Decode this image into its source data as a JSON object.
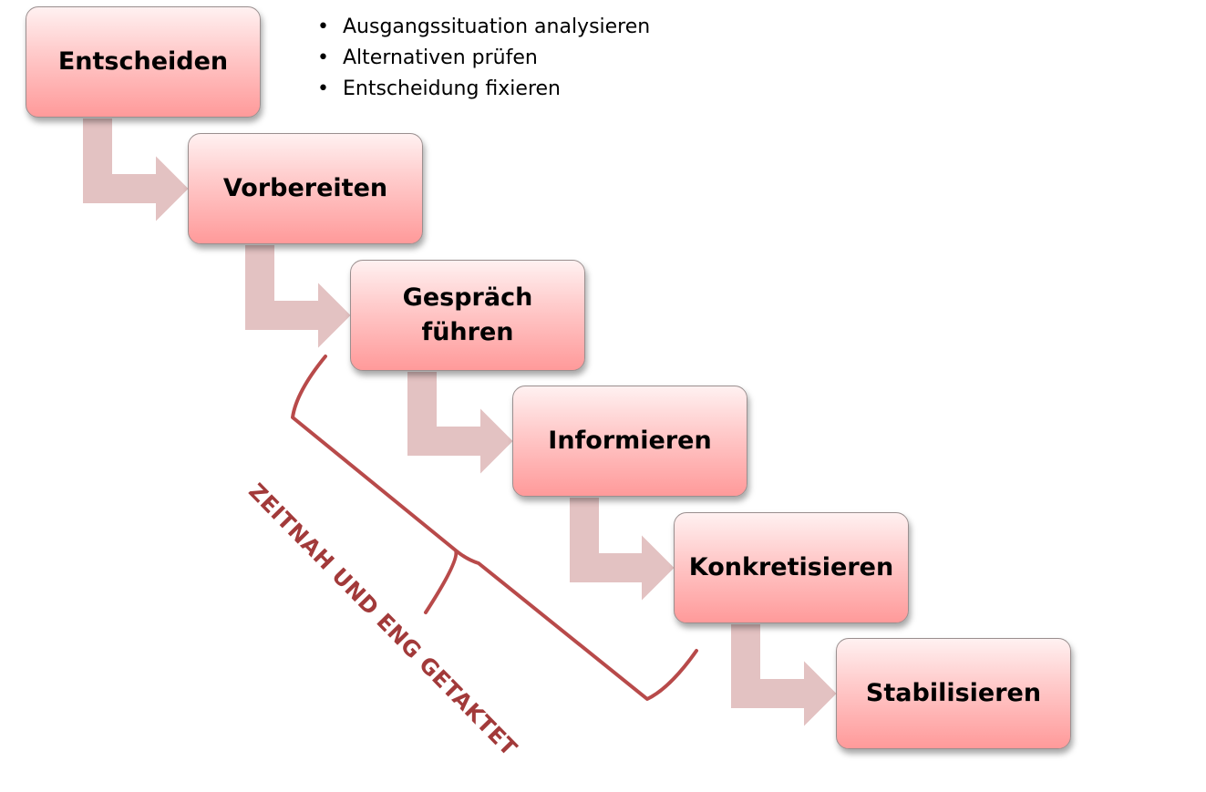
{
  "steps": [
    {
      "id": "entscheiden",
      "lines": [
        "Entscheiden"
      ]
    },
    {
      "id": "vorbereiten",
      "lines": [
        "Vorbereiten"
      ]
    },
    {
      "id": "gespraech-fuehren",
      "lines": [
        "Gespräch",
        "führen"
      ]
    },
    {
      "id": "informieren",
      "lines": [
        "Informieren"
      ]
    },
    {
      "id": "konkretisieren",
      "lines": [
        "Konkretisieren"
      ]
    },
    {
      "id": "stabilisieren",
      "lines": [
        "Stabilisieren"
      ]
    }
  ],
  "bullets": [
    "Ausgangssituation analysieren",
    "Alternativen prüfen",
    "Entscheidung fixieren"
  ],
  "brace_label": "ZEITNAH UND ENG GETAKTET",
  "colors": {
    "box_top": "#fff1f1",
    "box_bottom": "#ff9a9a",
    "arrow_fill": "#e3c2c2",
    "brace_stroke": "#b84a4a",
    "brace_text": "#a23a3a"
  }
}
